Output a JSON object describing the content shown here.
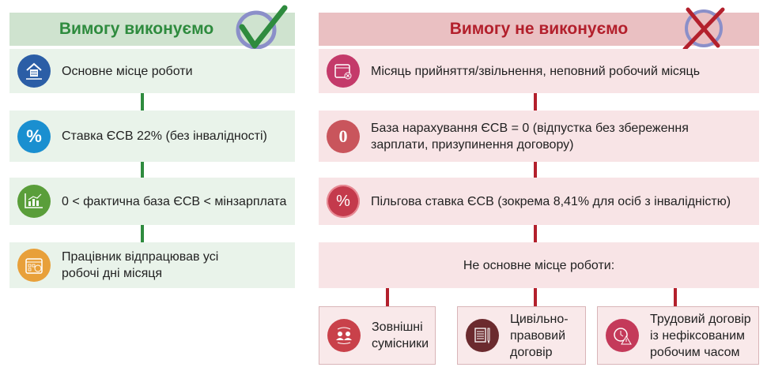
{
  "left": {
    "title": "Вимогу виконуємо",
    "badge_icon": "checkmark-icon",
    "accent": "#2e8b3e",
    "items": [
      {
        "icon": "house-server-icon",
        "icon_color": "#2b5ea6",
        "text": "Основне місце роботи"
      },
      {
        "icon": "percent-icon",
        "icon_color": "#1a8fd0",
        "text": "Ставка ЄСВ 22% (без інвалідності)"
      },
      {
        "icon": "bar-chart-icon",
        "icon_color": "#5a9e3a",
        "text": "0 < фактична база ЄСВ < мінзарплата"
      },
      {
        "icon": "calendar-check-icon",
        "icon_color": "#e8a03a",
        "text": "Працівник відпрацював усі робочі дні місяця"
      }
    ]
  },
  "right": {
    "title": "Вимогу не виконуємо",
    "badge_icon": "cross-icon",
    "accent": "#b3202c",
    "items": [
      {
        "icon": "calendar-cross-icon",
        "icon_color": "#c43a6a",
        "text": "Місяць прийняття/звільнення, неповний робочий місяць"
      },
      {
        "icon": "zero-icon",
        "icon_color": "#c9555c",
        "text": "База нарахування ЄСВ = 0 (відпустка без збереження зарплати, призупинення договору)",
        "glyph": "0"
      },
      {
        "icon": "percent-icon",
        "icon_color": "#c43a4c",
        "text": "Пільгова ставка ЄСВ (зокрема 8,41% для осіб з інвалідністю)",
        "glyph": "%"
      },
      {
        "text": "Не основне місце роботи:"
      }
    ],
    "sub_items": [
      {
        "icon": "people-exchange-icon",
        "icon_color": "#c9414a",
        "text": "Зовнішні сумісники"
      },
      {
        "icon": "document-pencil-icon",
        "icon_color": "#6b2a2e",
        "text": "Цивільно-правовий договір"
      },
      {
        "icon": "clock-warning-icon",
        "icon_color": "#c43a5a",
        "text": "Трудовий договір із нефіксованим робочим часом"
      }
    ]
  },
  "percent_glyph": "%"
}
